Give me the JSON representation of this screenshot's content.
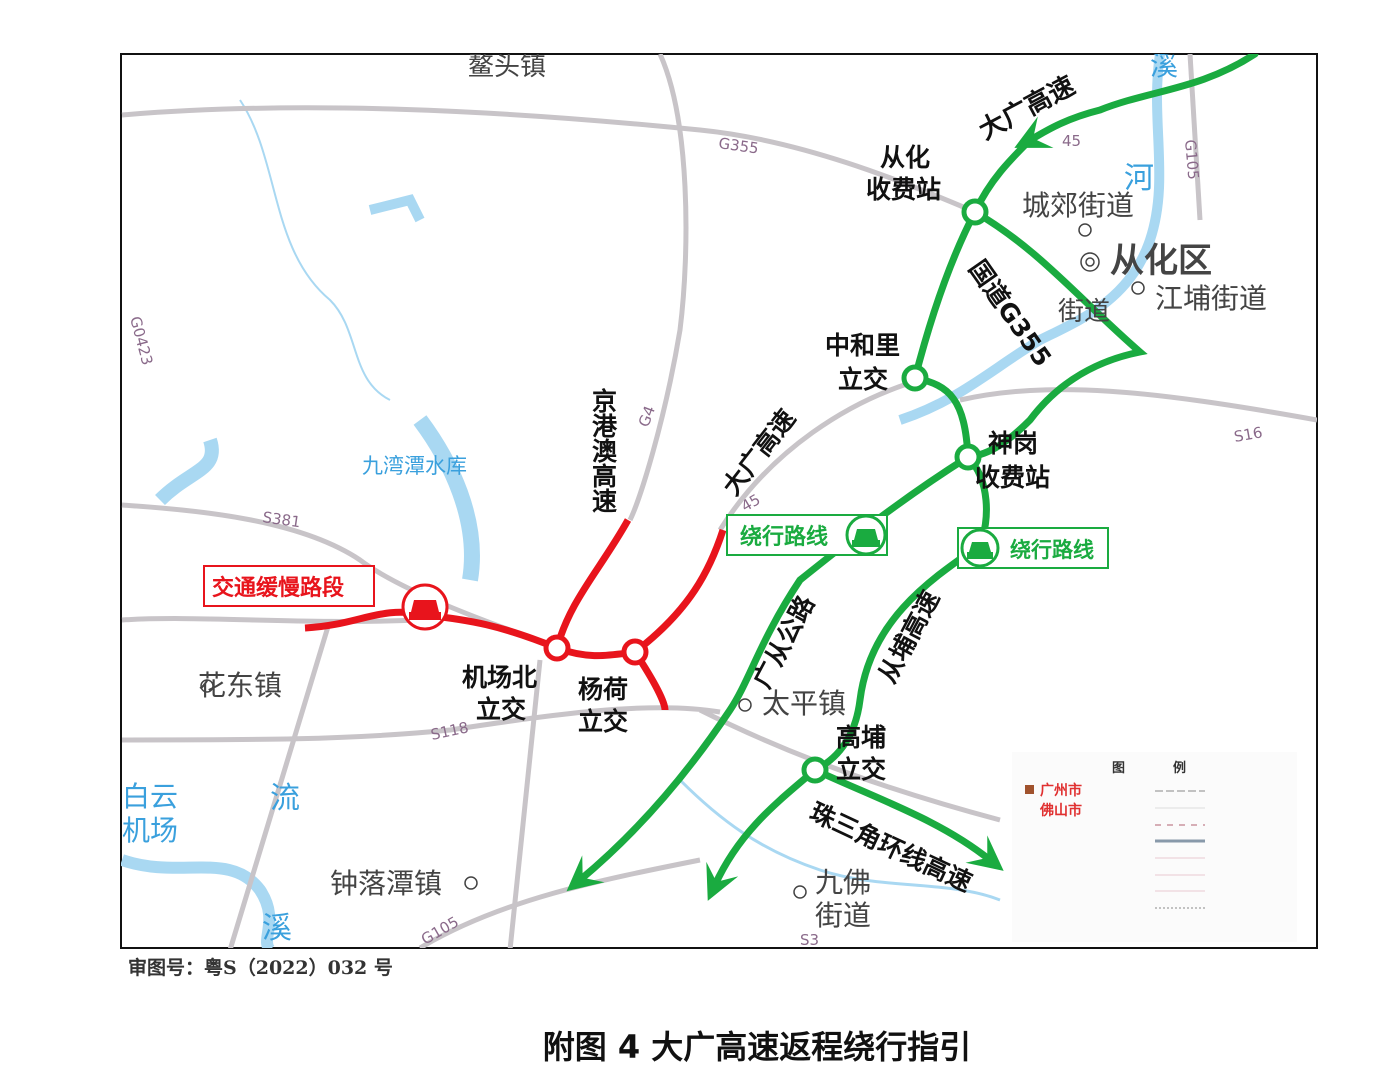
{
  "colors": {
    "detour": "#1aab40",
    "congestion": "#e8141c",
    "road": "#c8c4c8",
    "water": "#a9d8f2",
    "river_text": "#3aa0dd"
  },
  "places": {
    "aotou": "鳌头镇",
    "chengjiao": "城郊街道",
    "conghua": "从化区",
    "jiangpu": "江埔街道",
    "jiedao": "街道",
    "huadong": "花东镇",
    "taiping": "太平镇",
    "zhongluotan": "钟落潭镇",
    "jiufo_1": "九佛",
    "jiufo_2": "街道",
    "baiyun_1": "白云",
    "baiyun_2": "机场"
  },
  "water": {
    "reservoir": "九湾潭水库",
    "xi_top": "溪",
    "he": "河",
    "liu": "流",
    "xi_bottom": "溪"
  },
  "road_codes": {
    "g355": "G355",
    "g105_top": "G105",
    "g0423": "G0423",
    "g4": "G4",
    "s381": "S381",
    "s16": "S16",
    "g45_part": "45",
    "s118": "S118",
    "g105_bottom": "G105",
    "s3_part": "S3",
    "g45_top": "45"
  },
  "labels": {
    "daguang_top": "大广高速",
    "conghua_toll_1": "从化",
    "conghua_toll_2": "收费站",
    "guodao": "国道G355",
    "zhonghe_1": "中和里",
    "zhonghe_2": "立交",
    "shengang_1": "神岗",
    "shengang_2": "收费站",
    "jinggang": "京港澳高速",
    "daguang_mid": "大广高速",
    "guangcong": "广从公路",
    "congpu": "从埔高速",
    "gaopu_1": "高埔",
    "gaopu_2": "立交",
    "pearl_ring": "珠三角环线高速",
    "airport_north_1": "机场北",
    "airport_north_2": "立交",
    "yanghe_1": "杨荷",
    "yanghe_2": "立交"
  },
  "callouts": {
    "congestion": "交通缓慢路段",
    "detour_left": "绕行路线",
    "detour_right": "绕行路线"
  },
  "icons": {
    "congestion": "car-icon",
    "detour": "car-icon"
  },
  "legend": {
    "title_1": "图",
    "title_2": "例",
    "guangzhou": "广州市",
    "foshan": "佛山市"
  },
  "approval": "审图号：粤S（2022）032 号",
  "caption": "附图 4 大广高速返程绕行指引"
}
